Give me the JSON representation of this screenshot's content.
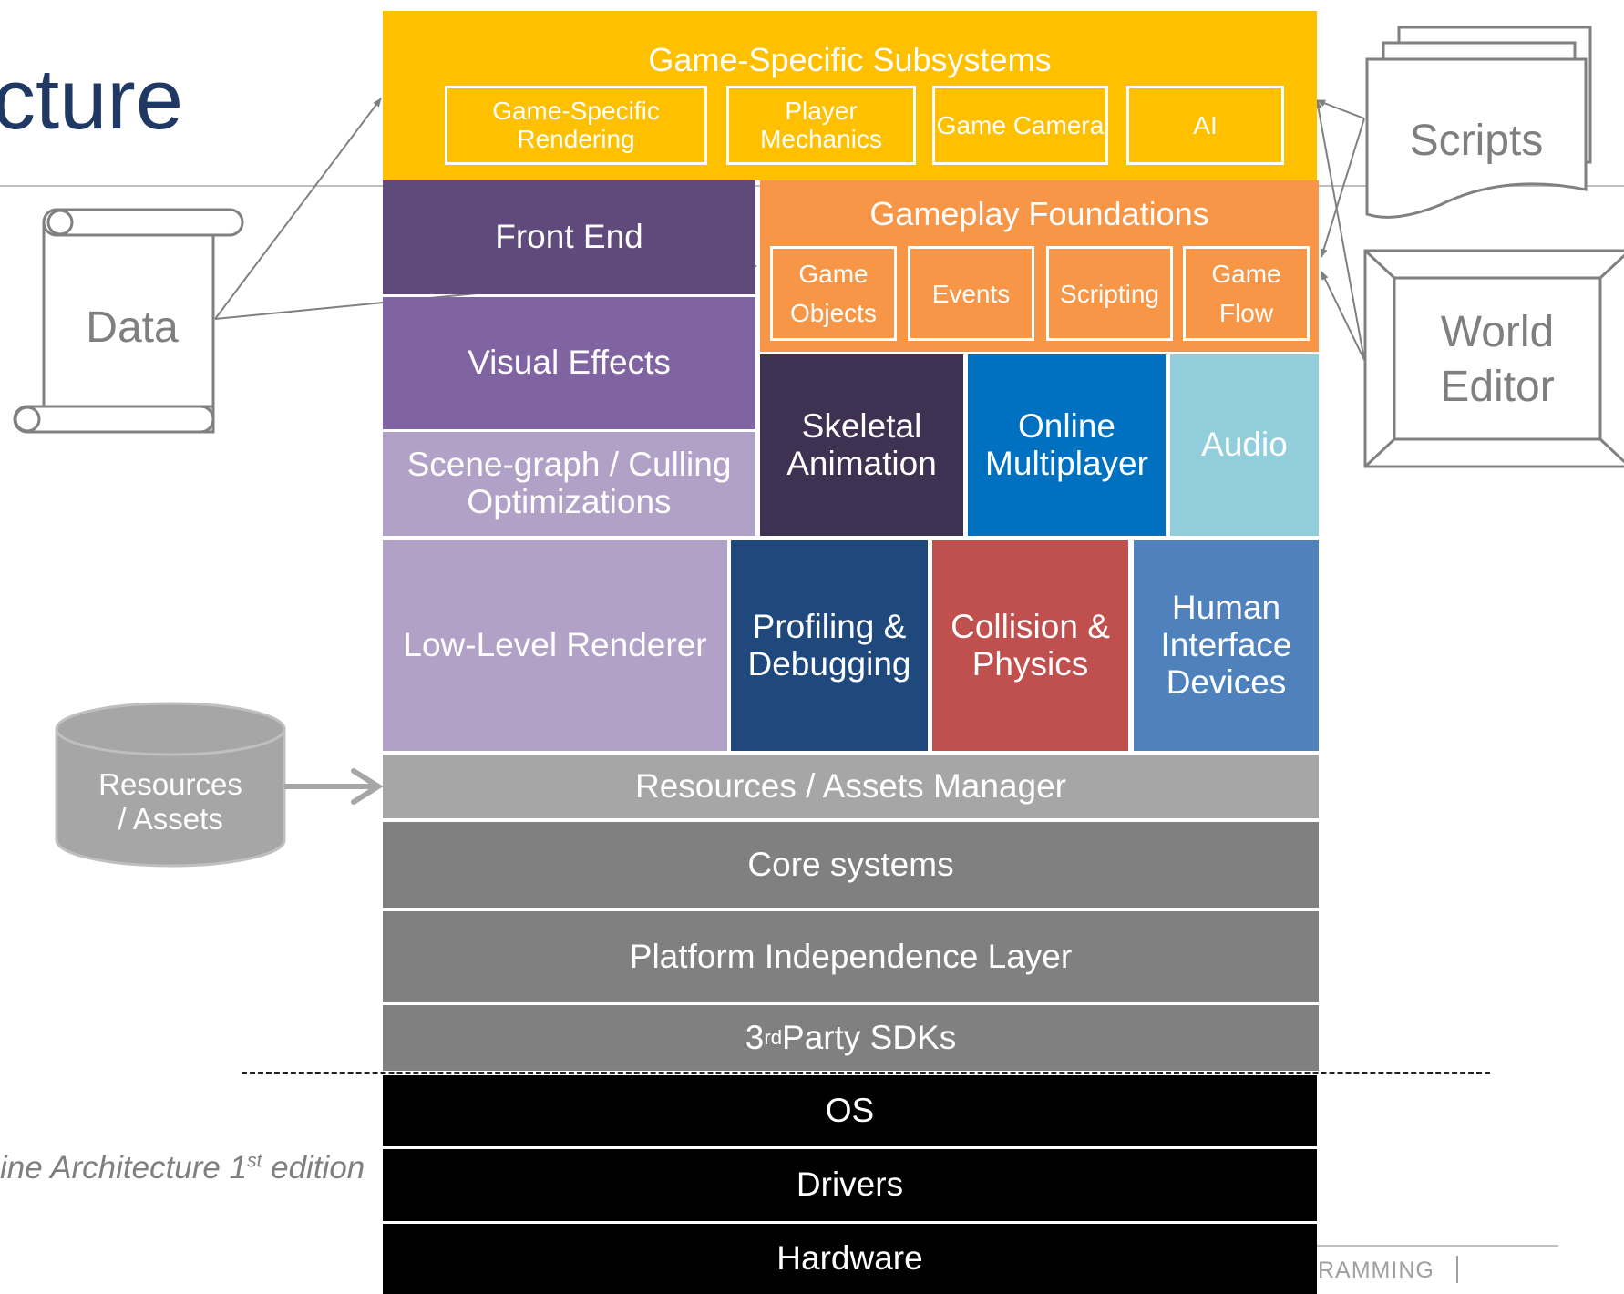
{
  "title": "cture",
  "caption": {
    "pre": "ine Architecture 1",
    "sup": "st",
    "post": " edition"
  },
  "footer": "RAMMING",
  "left_items": {
    "data": "Data",
    "resources": "Resources\n/ Assets"
  },
  "right_items": {
    "scripts": "Scripts",
    "world_editor": "World\nEditor"
  },
  "layers": {
    "game_specific": {
      "title": "Game-Specific Subsystems",
      "items": [
        "Game-Specific\nRendering",
        "Player\nMechanics",
        "Game Camera",
        "AI"
      ]
    },
    "front_end": "Front End",
    "gameplay_foundations": {
      "title": "Gameplay Foundations",
      "items": [
        "Game\nObjects",
        "Events",
        "Scripting",
        "Game\nFlow"
      ]
    },
    "visual_effects": "Visual Effects",
    "scene_graph": "Scene-graph / Culling\nOptimizations",
    "skeletal_animation": "Skeletal\nAnimation",
    "online_multiplayer": "Online\nMultiplayer",
    "audio": "Audio",
    "low_level_renderer": "Low-Level Renderer",
    "profiling": "Profiling &\nDebugging",
    "collision": "Collision &\nPhysics",
    "hid": "Human\nInterface\nDevices",
    "resources_manager": "Resources / Assets Manager",
    "core_systems": "Core systems",
    "platform_independence": "Platform Independence Layer",
    "sdks": {
      "pre": "3",
      "sup": "rd",
      "post": " Party SDKs"
    },
    "os": "OS",
    "drivers": "Drivers",
    "hardware": "Hardware"
  },
  "colors": {
    "yellow": "#FFC000",
    "orange": "#F79646",
    "purple_dark": "#604A7B",
    "purple_mid": "#8064A2",
    "purple_light": "#B2A1C7",
    "dark_plum": "#3F3151",
    "blue_online": "#0070C0",
    "light_blue": "#92CDDC",
    "navy": "#1F497D",
    "red": "#C0504D",
    "steel_blue": "#4F81BD",
    "gray_light": "#A6A6A6",
    "gray_mid": "#808080",
    "black": "#000000",
    "title_blue": "#1F3864"
  }
}
